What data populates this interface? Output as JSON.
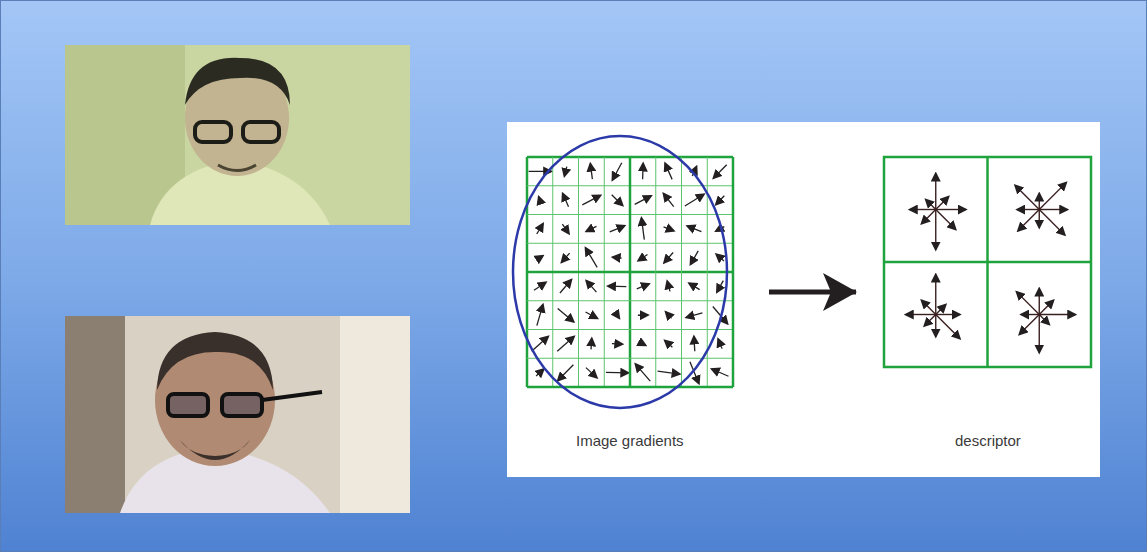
{
  "diagram": {
    "nodes": [
      {
        "text": [
          "Image gradients"
        ]
      },
      {
        "text": [
          "descriptor"
        ]
      }
    ],
    "edges": [
      {
        "from": 0,
        "to": 1,
        "arrow": "to"
      }
    ]
  }
}
